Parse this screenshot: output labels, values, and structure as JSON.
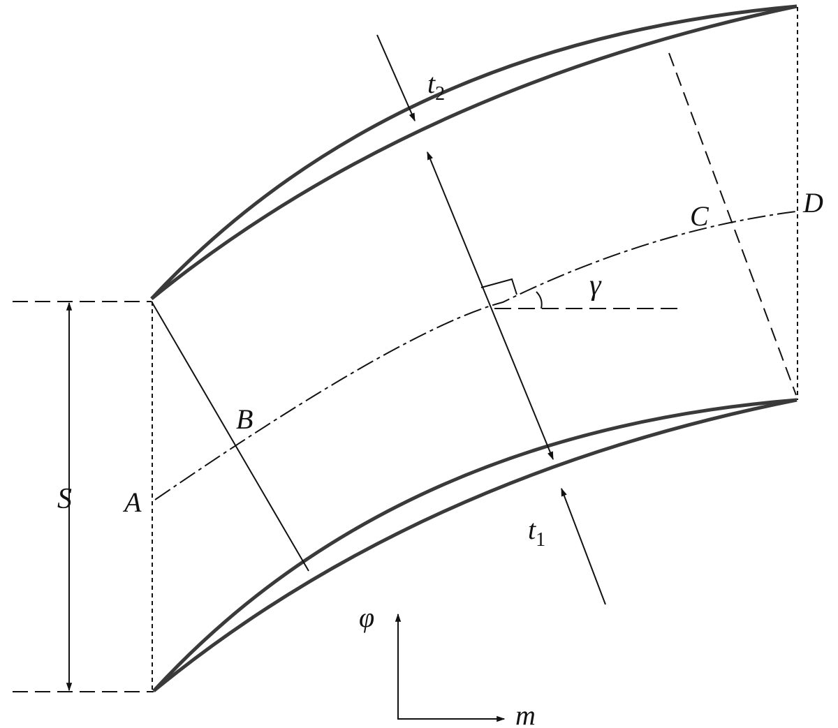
{
  "labels": {
    "t2": "t",
    "t2_sub": "2",
    "t1": "t",
    "t1_sub": "1",
    "A": "A",
    "B": "B",
    "C": "C",
    "D": "D",
    "S": "S",
    "gamma": "γ",
    "phi": "φ",
    "m": "m"
  },
  "colors": {
    "blade": "#3a3a3a",
    "line": "#111111",
    "background": "#ffffff"
  }
}
